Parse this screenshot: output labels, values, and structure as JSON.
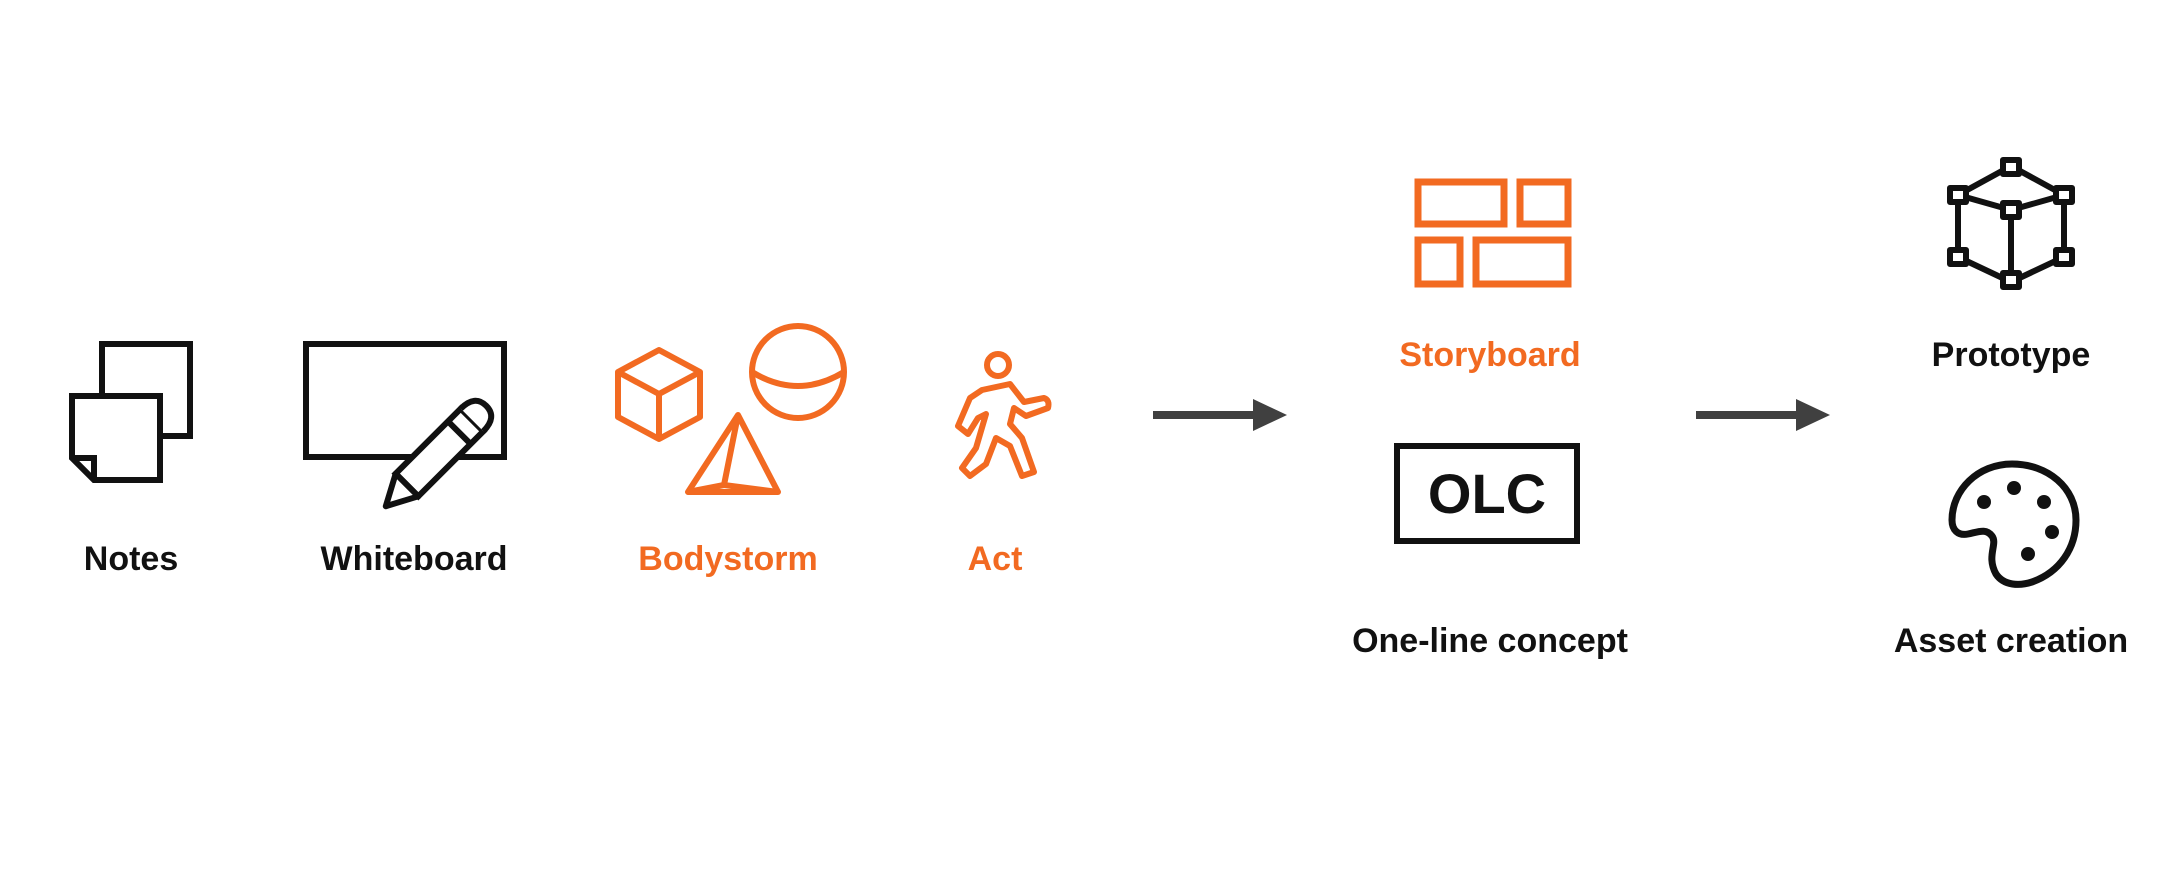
{
  "colors": {
    "accent": "#F26A21",
    "dark": "#111111",
    "arrow": "#404040"
  },
  "steps": {
    "notes": {
      "label": "Notes",
      "icon": "sticky-notes-icon"
    },
    "whiteboard": {
      "label": "Whiteboard",
      "icon": "whiteboard-pencil-icon"
    },
    "bodystorm": {
      "label": "Bodystorm",
      "icon": "3d-shapes-icon"
    },
    "act": {
      "label": "Act",
      "icon": "walking-person-icon"
    },
    "storyboard": {
      "label": "Storyboard",
      "icon": "storyboard-panels-icon"
    },
    "olc": {
      "label": "One-line concept",
      "icon_text": "OLC"
    },
    "prototype": {
      "label": "Prototype",
      "icon": "wireframe-cube-icon"
    },
    "asset_creation": {
      "label": "Asset creation",
      "icon": "paint-palette-icon"
    }
  }
}
